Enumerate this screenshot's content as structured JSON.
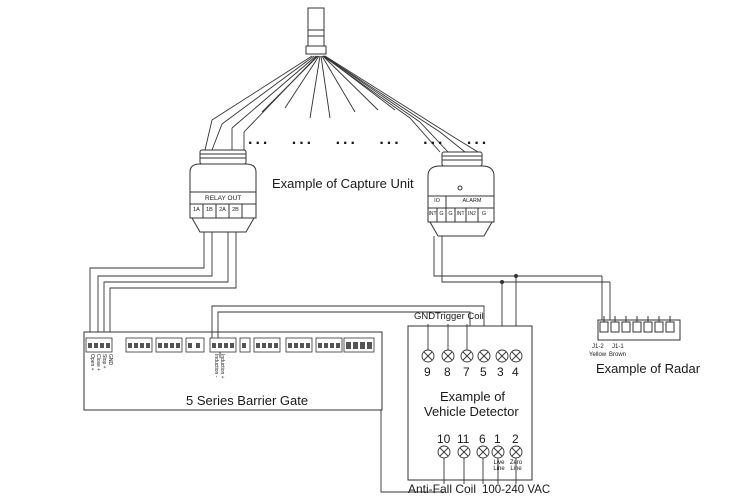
{
  "capture_unit": {
    "title": "Example of Capture Unit",
    "relay_out": {
      "header": "RELAY OUT",
      "terminals": [
        "1A",
        "1B",
        "2A",
        "2B"
      ]
    },
    "io_alarm": {
      "io_header": "IO",
      "alarm_header": "ALARM",
      "terminals": [
        "INT",
        "G",
        "G",
        "INT",
        "IN2",
        "G"
      ]
    },
    "ellipsis": "... ... ... ... ... ..."
  },
  "barrier_gate": {
    "title": "5 Series Barrier Gate",
    "left_pins": [
      "Open +",
      "Close +",
      "Stop +",
      "GND"
    ],
    "induction_pins": [
      "Induction -",
      "Induction +"
    ]
  },
  "vehicle_detector": {
    "title_line1": "Example of",
    "title_line2": "Vehicle Detector",
    "top_labels": {
      "gnd": "GND",
      "trigger": "Trigger Coil"
    },
    "top_numbers": [
      "9",
      "8",
      "7",
      "5",
      "3",
      "4"
    ],
    "bottom_numbers": [
      "10",
      "11",
      "6",
      "1",
      "2"
    ],
    "live_line": "Live Line",
    "zero_line": "Zero Line",
    "anti_fall": "Anti-Fall Coil",
    "power": "100-240 VAC"
  },
  "radar": {
    "title": "Example of Radar",
    "j1_2": "J1-2",
    "j1_1": "J1-1",
    "yellow": "Yellow",
    "brown": "Brown"
  }
}
